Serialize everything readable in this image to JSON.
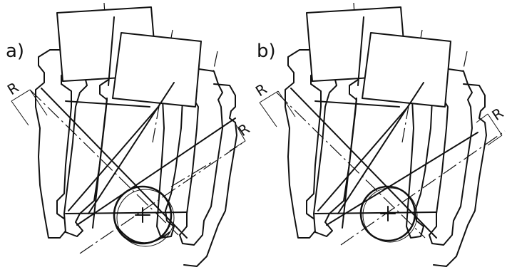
{
  "panels": [
    {
      "id": "a",
      "label": "a)",
      "radius_labels": [
        "R",
        "R"
      ]
    },
    {
      "id": "b",
      "label": "b)",
      "radius_labels": [
        "R",
        "R"
      ]
    }
  ]
}
